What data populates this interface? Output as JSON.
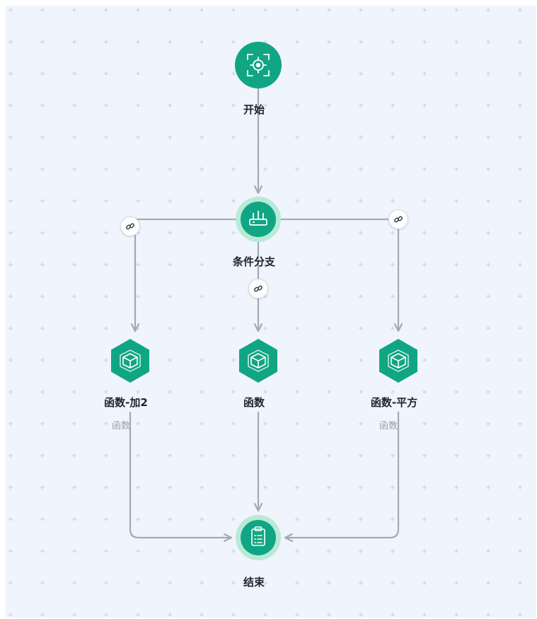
{
  "colors": {
    "primary": "#11a683",
    "halo": "#b8ead7",
    "edge": "#a3aab6",
    "canvas": "#f0f4fc",
    "grid_dot": "#c7ceda"
  },
  "nodes": {
    "start": {
      "label": "开始",
      "icon": "target-icon"
    },
    "branch": {
      "label": "条件分支",
      "icon": "branch-icon"
    },
    "fn_add": {
      "label": "函数-加2",
      "sublabel": "函数",
      "icon": "cube-icon"
    },
    "fn": {
      "label": "函数",
      "icon": "cube-icon"
    },
    "fn_sq": {
      "label": "函数-平方",
      "sublabel": "函数",
      "icon": "cube-icon"
    },
    "end": {
      "label": "结束",
      "icon": "clipboard-icon"
    }
  },
  "edges": [
    {
      "from": "start",
      "to": "branch"
    },
    {
      "from": "branch",
      "to": "fn_add",
      "link": "link-icon"
    },
    {
      "from": "branch",
      "to": "fn",
      "link": "link-icon"
    },
    {
      "from": "branch",
      "to": "fn_sq",
      "link": "link-icon"
    },
    {
      "from": "fn_add",
      "to": "end"
    },
    {
      "from": "fn",
      "to": "end"
    },
    {
      "from": "fn_sq",
      "to": "end"
    }
  ]
}
